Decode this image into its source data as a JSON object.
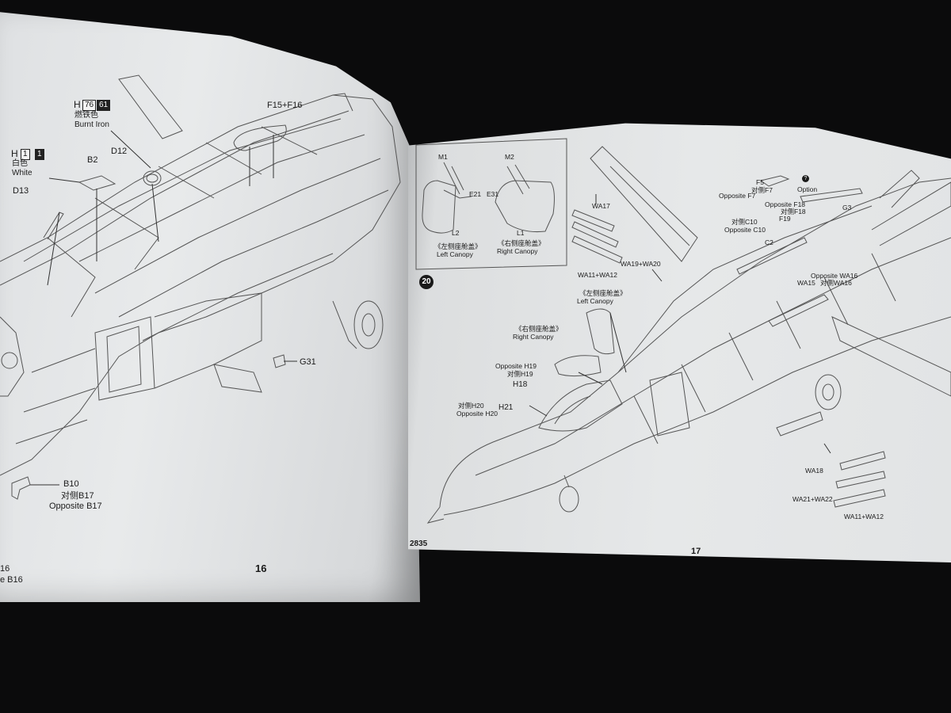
{
  "left_page": {
    "page_number": "16",
    "paints": [
      {
        "letter": "H",
        "code_a": "76",
        "code_b": "61",
        "name_cn": "燃铁色",
        "name_en": "Burnt Iron"
      },
      {
        "letter": "H",
        "code_a": "1",
        "code_b": "1",
        "name_cn": "白色",
        "name_en": "White"
      }
    ],
    "parts": {
      "f15_f16": "F15+F16",
      "d12": "D12",
      "b2": "B2",
      "d13": "D13",
      "g31": "G31",
      "b10": "B10",
      "b17_cn": "对侧B17",
      "b17_en": "Opposite B17",
      "cut_b16_a": "16",
      "cut_b16_b": "e B16"
    }
  },
  "right_page": {
    "page_number": "17",
    "left_edge_number": "2835",
    "step_number": "20",
    "inset": {
      "m1": "M1",
      "m2": "M2",
      "e21": "E21",
      "e31": "E31",
      "l2": "L2",
      "l1": "L1",
      "left_canopy_cn": "《左侧座舱盖》",
      "left_canopy_en": "Left Canopy",
      "right_canopy_cn": "《右侧座舱盖》",
      "right_canopy_en": "Right Canopy"
    },
    "parts": {
      "f5": "F5",
      "f7_cn": "对侧F7",
      "f7_en": "Opposite F7",
      "option_icon": "?",
      "option_en": "Option",
      "f18_en": "Opposite F18",
      "f18_cn": "对侧F18",
      "f19": "F19",
      "g3": "G3",
      "c10_cn": "对侧C10",
      "c10_en": "Opposite C10",
      "c2": "C2",
      "wa17": "WA17",
      "wa19_wa20": "WA19+WA20",
      "wa11_wa12_a": "WA11+WA12",
      "wa16_en": "Opposite WA16",
      "wa16_cn": "对侧WA16",
      "wa15": "WA15",
      "left_canopy_cn": "《左侧座舱盖》",
      "left_canopy_en": "Left Canopy",
      "right_canopy_cn": "《右侧座舱盖》",
      "right_canopy_en": "Right Canopy",
      "h19_en": "Opposite H19",
      "h19_cn": "对侧H19",
      "h18": "H18",
      "h21": "H21",
      "h20_cn": "对侧H20",
      "h20_en": "Opposite H20",
      "wa18": "WA18",
      "wa21_wa22": "WA21+WA22",
      "wa11_wa12_b": "WA11+WA12"
    }
  },
  "colors": {
    "background": "#0b0b0c",
    "paper": "#e4e6e7",
    "ink": "#1c1c1c"
  }
}
